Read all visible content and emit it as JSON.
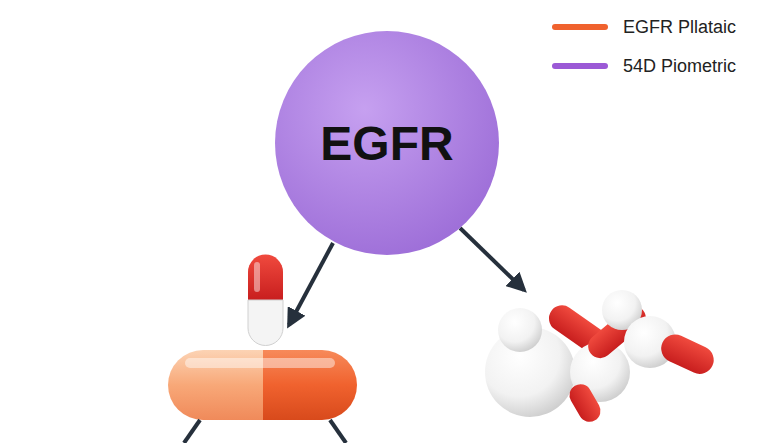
{
  "diagram": {
    "nodes": [
      {
        "text": [
          "EGFR"
        ]
      }
    ],
    "legend": [
      {
        "text": "EGFR Pllataic"
      },
      {
        "text": "54D Piometric"
      }
    ]
  }
}
